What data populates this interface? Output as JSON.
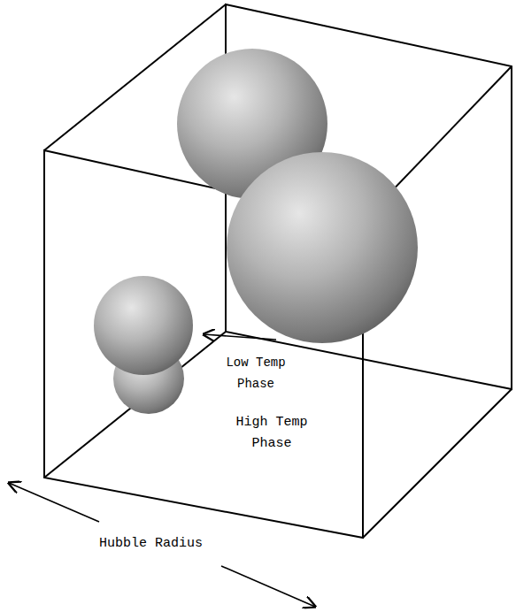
{
  "diagram": {
    "labels": [
      "Low Temp Phase",
      "High Temp Phase",
      "Hubble Radius"
    ]
  }
}
